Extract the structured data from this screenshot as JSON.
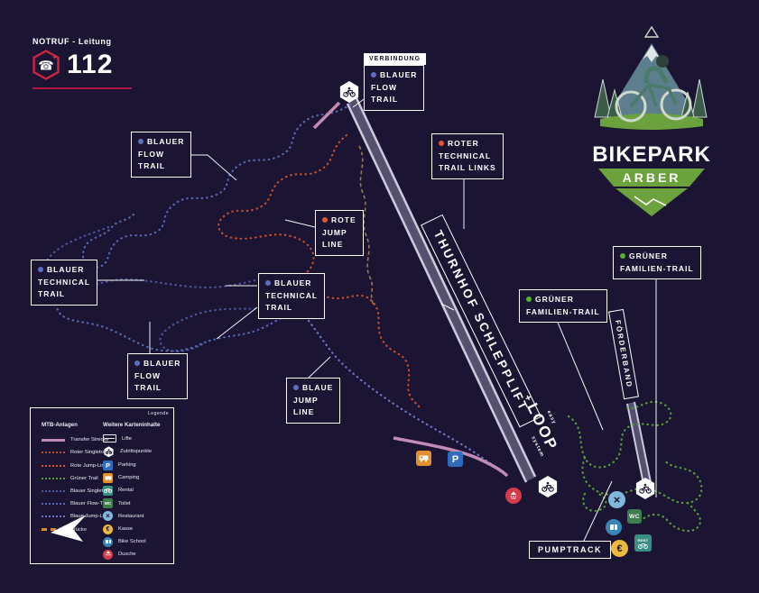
{
  "emergency": {
    "heading": "NOTRUF - Leitung",
    "number": "112"
  },
  "logo": {
    "title": "BIKEPARK",
    "subtitle": "ARBER"
  },
  "map_labels": {
    "verbindung_tag": "VERBINDUNG",
    "verbindung_trail": {
      "l1": "BLAUER",
      "l2": "FLOW",
      "l3": "TRAIL"
    },
    "flow_top": {
      "l1": "BLAUER",
      "l2": "FLOW",
      "l3": "TRAIL"
    },
    "roter_links": {
      "l1": "ROTER",
      "l2": "TECHNICAL",
      "l3": "TRAIL LINKS"
    },
    "rote_jump": {
      "l1": "ROTE",
      "l2": "JUMP",
      "l3": "LINE"
    },
    "tech_left": {
      "l1": "BLAUER",
      "l2": "TECHNICAL",
      "l3": "TRAIL"
    },
    "tech_mid": {
      "l1": "BLAUER",
      "l2": "TECHNICAL",
      "l3": "TRAIL"
    },
    "gruener_mid": {
      "l1": "GRÜNER",
      "l2": "FAMILIEN-TRAIL"
    },
    "gruener_right": {
      "l1": "GRÜNER",
      "l2": "FAMILIEN-TRAIL"
    },
    "flow_bottom": {
      "l1": "BLAUER",
      "l2": "FLOW",
      "l3": "TRAIL"
    },
    "blaue_jump": {
      "l1": "BLAUE",
      "l2": "JUMP",
      "l3": "LINE"
    },
    "pumptrack": "PUMPTRACK",
    "lift": "THURNHOF SCHLEPPLIFT",
    "loop": {
      "plus": "+",
      "word": "LOOP",
      "top": "easy",
      "bottom": "system"
    },
    "foerderband": "FÖRDERBAND"
  },
  "map_icons": {
    "parking": "P",
    "toilet": "WC",
    "kasse": "€",
    "rental": "RENT",
    "restaurant_glyph": "×"
  },
  "legend": {
    "title": "Legende",
    "col1_title": "MTB-Anlagen",
    "col1": [
      {
        "label": "Transfer Strecke"
      },
      {
        "label": "Roter Singletrack"
      },
      {
        "label": "Rote Jump-Line"
      },
      {
        "label": "Grüner Trail"
      },
      {
        "label": "Blauer Singletrack"
      },
      {
        "label": "Blauer Flow-Trail"
      },
      {
        "label": "Blaue Jump-Line"
      },
      {
        "label": "Brücke"
      }
    ],
    "col2_title": "Weitere Karteninhalte",
    "col2": [
      {
        "label": "Lifte"
      },
      {
        "label": "Zutrittspunkte"
      },
      {
        "label": "Parking"
      },
      {
        "label": "Camping"
      },
      {
        "label": "Rental"
      },
      {
        "label": "Toilet"
      },
      {
        "label": "Restaurant"
      },
      {
        "label": "Kasse"
      },
      {
        "label": "Bike School"
      },
      {
        "label": "Dusche"
      }
    ]
  },
  "colors": {
    "background": "#1b1432",
    "blue_trail": "#5668b0",
    "red_trail": "#c24f30",
    "green_trail": "#5a9e3b",
    "tan_trail": "#9a7a55",
    "transfer_line": "#c28bb5",
    "lift_band": "#cfc9dd",
    "label_border": "#ffffff",
    "emergency_red": "#c41f3e",
    "logo_green": "#6ba23e"
  }
}
